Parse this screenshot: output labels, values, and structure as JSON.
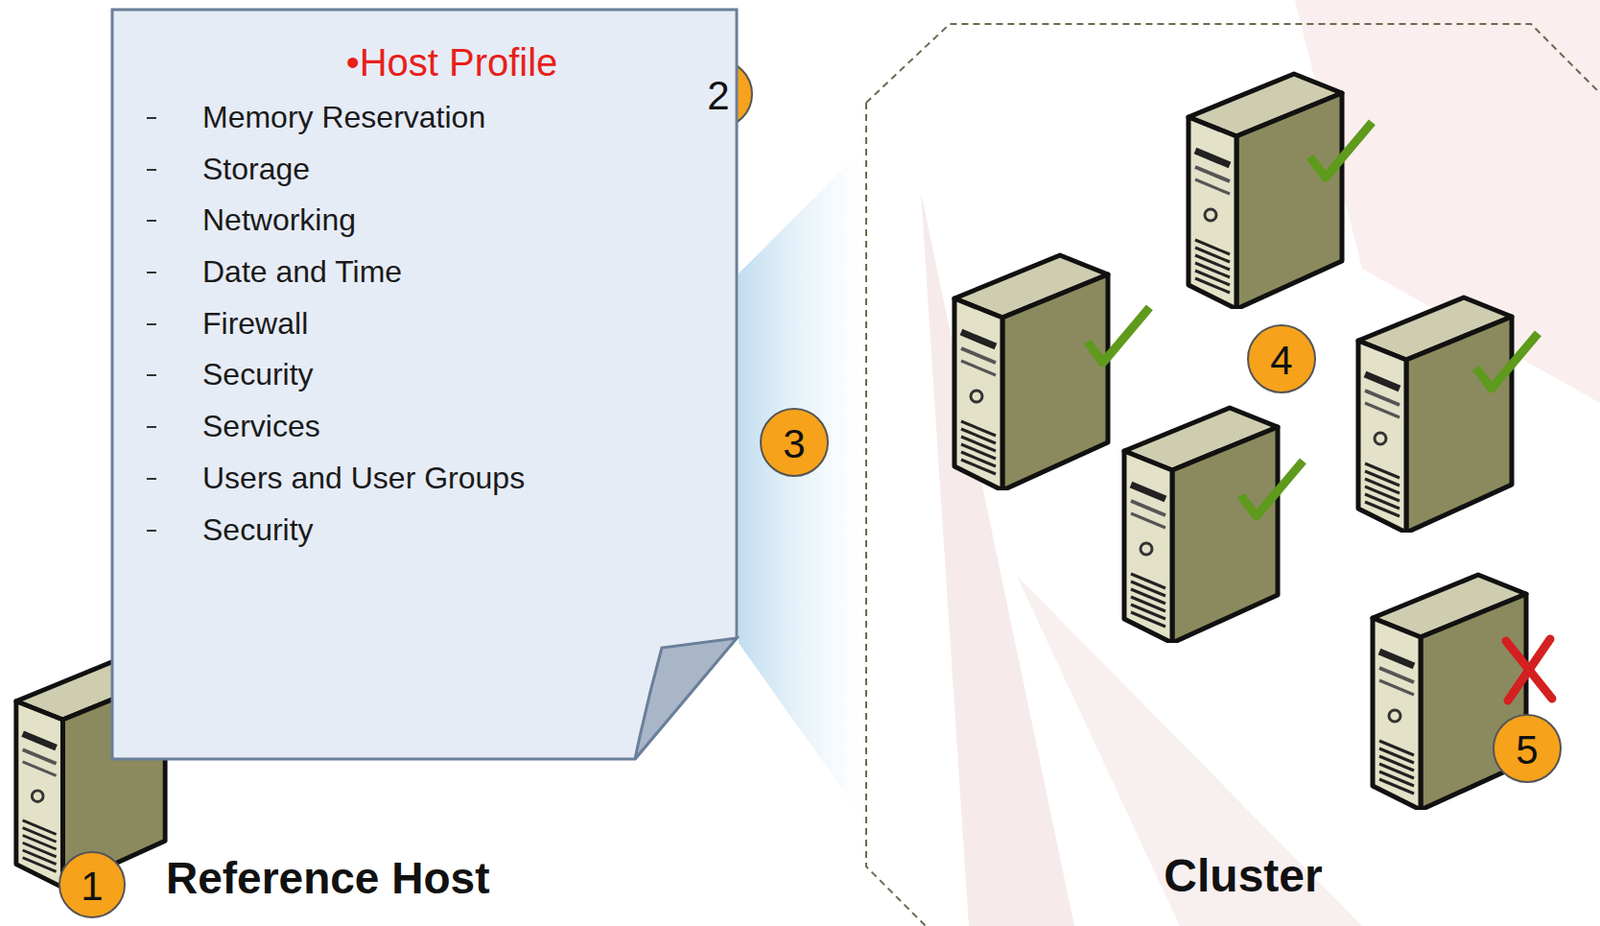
{
  "diagram": {
    "nodes": [
      {
        "text": [
          "•Host Profile",
          "Memory Reservation",
          "Storage",
          "Networking",
          "Date and Time",
          "Firewall",
          "Security",
          "Services",
          "Users and User Groups",
          "Security"
        ]
      },
      {
        "text": [
          "Cluster"
        ]
      }
    ],
    "labels": [
      "1",
      "Reference Host",
      "2",
      "3",
      "4",
      "5"
    ]
  }
}
